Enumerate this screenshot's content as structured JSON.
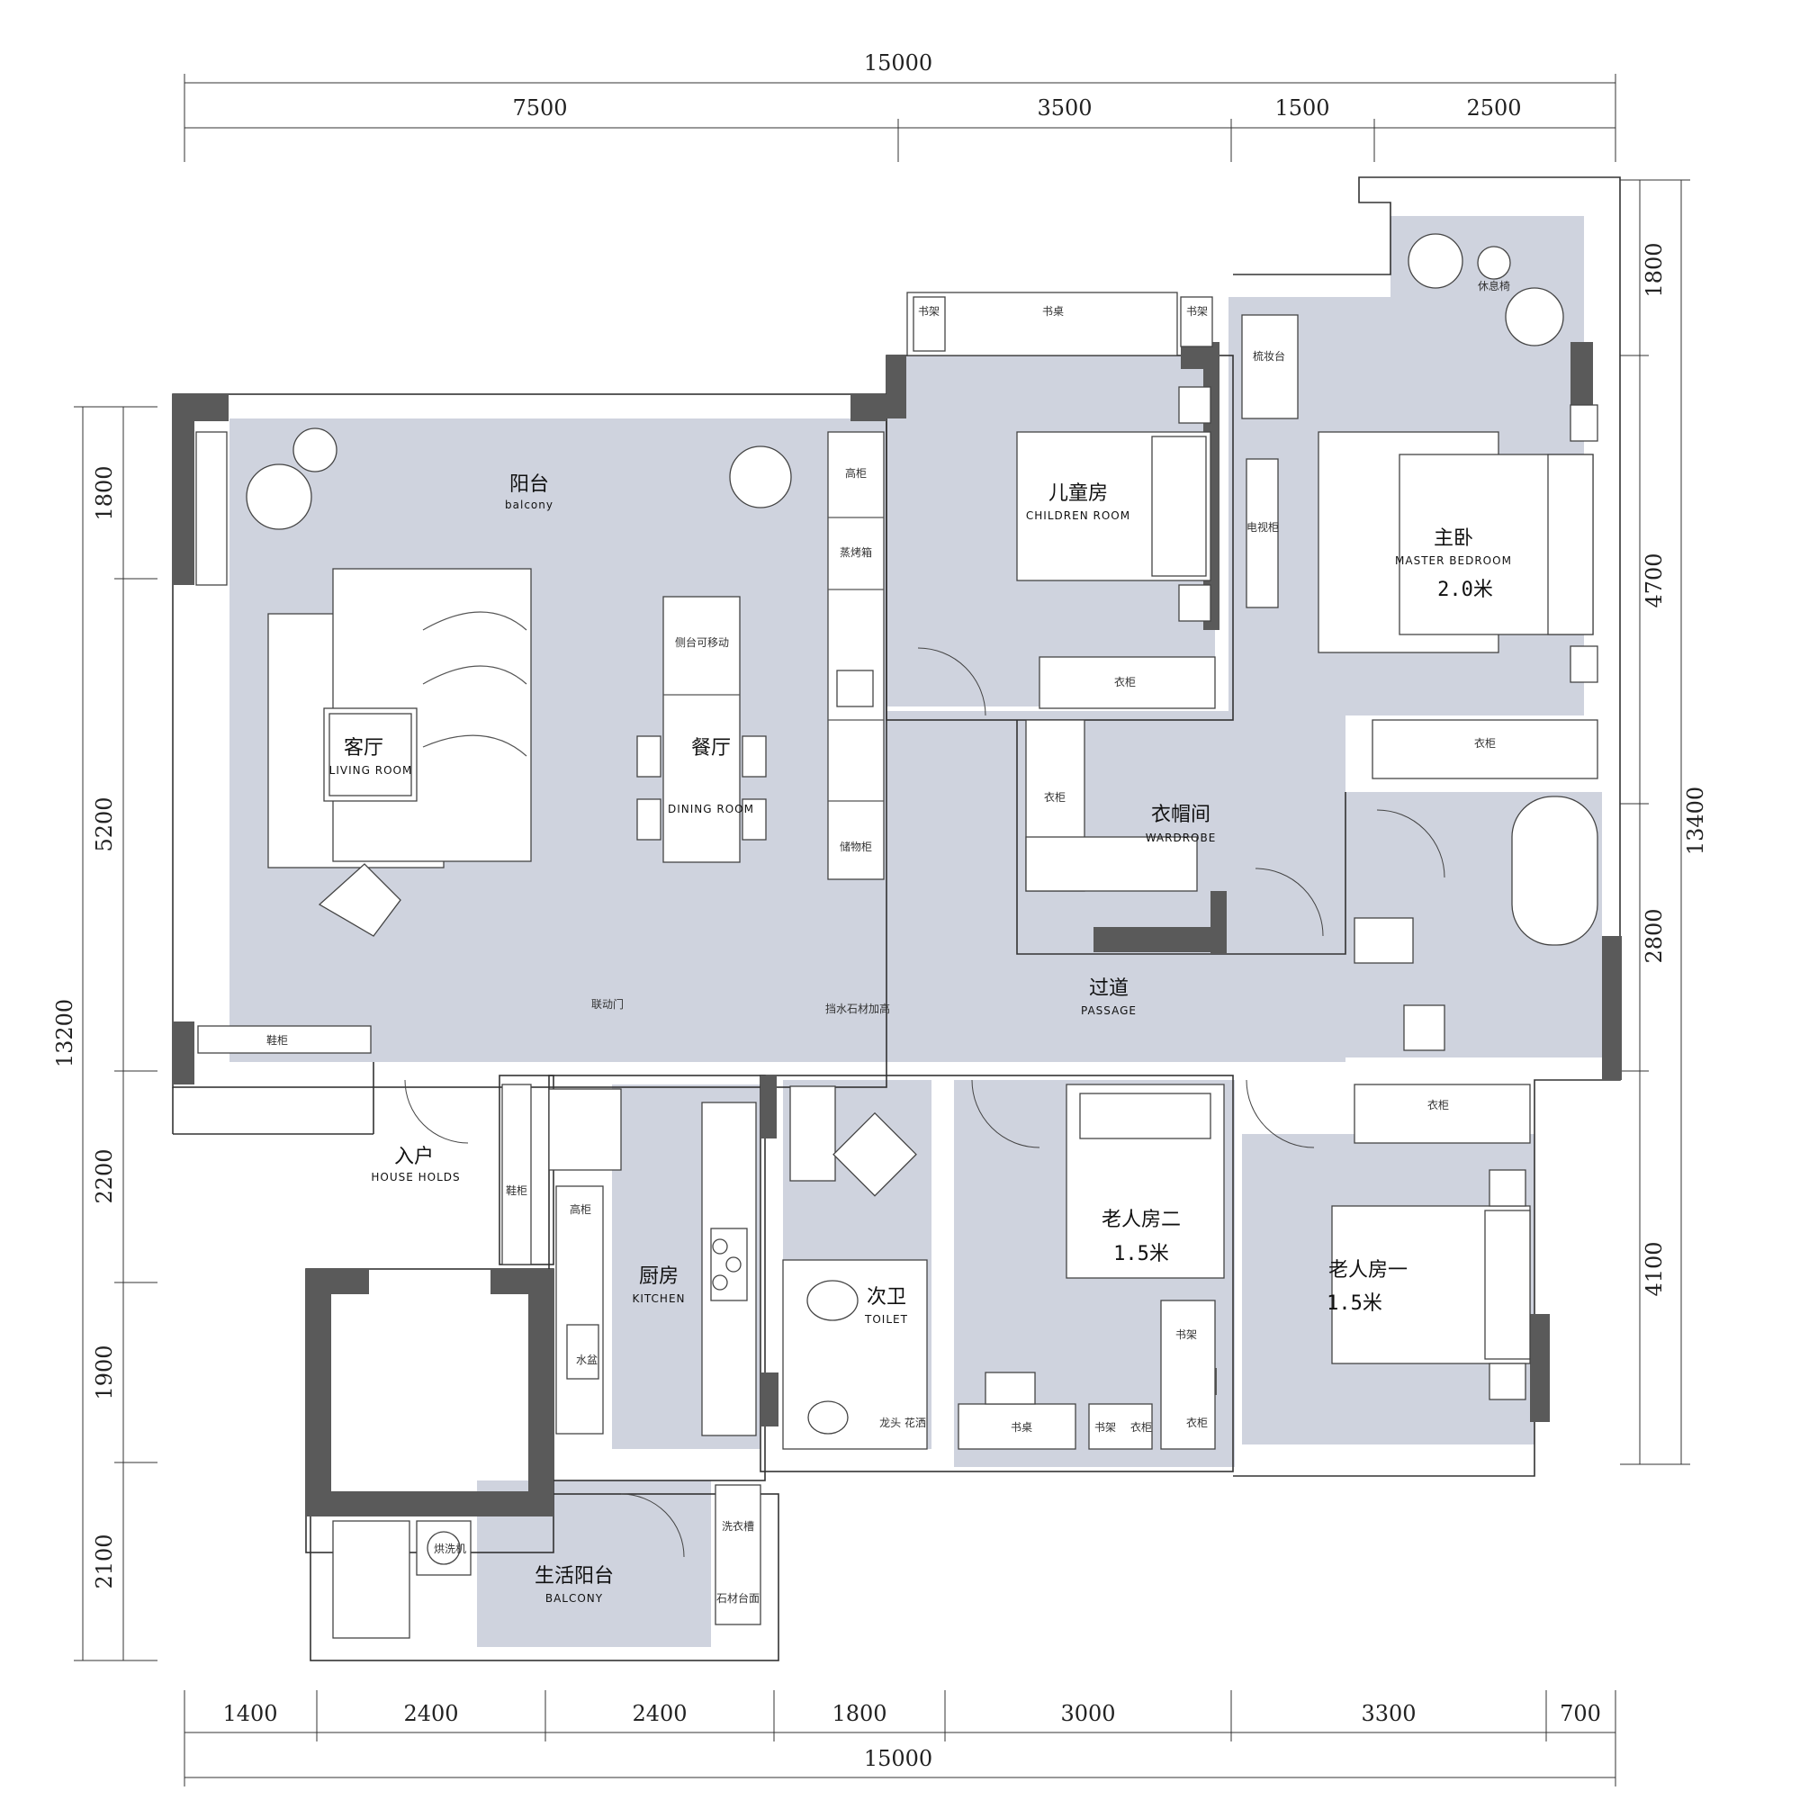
{
  "dimensions": {
    "top_total": "15000",
    "top_segments": [
      "7500",
      "3500",
      "1500",
      "2500"
    ],
    "bottom_segments": [
      "1400",
      "2400",
      "2400",
      "1800",
      "3000",
      "3300",
      "700"
    ],
    "bottom_total": "15000",
    "left_segments": [
      "1800",
      "5200",
      "2200",
      "1900",
      "2100"
    ],
    "left_total": "13200",
    "right_segments": [
      "1800",
      "4700",
      "2800",
      "4100"
    ],
    "right_total": "13400"
  },
  "rooms": {
    "balcony": {
      "cn": "阳台",
      "en": "balcony"
    },
    "living": {
      "cn": "客厅",
      "en": "LIVING ROOM"
    },
    "dining": {
      "cn": "餐厅",
      "en": "DINING ROOM"
    },
    "children": {
      "cn": "儿童房",
      "en": "CHILDREN ROOM"
    },
    "master": {
      "cn": "主卧",
      "en": "MASTER  BEDROOM",
      "size": "2.0米"
    },
    "wardrobe": {
      "cn": "衣帽间",
      "en": "WARDROBE"
    },
    "passage": {
      "cn": "过道",
      "en": "PASSAGE"
    },
    "entry": {
      "cn": "入户",
      "en": "HOUSE HOLDS"
    },
    "kitchen": {
      "cn": "厨房",
      "en": "KITCHEN"
    },
    "toilet": {
      "cn": "次卫",
      "en": "TOILET"
    },
    "elder2": {
      "cn": "老人房二",
      "size": "1.5米"
    },
    "elder1": {
      "cn": "老人房一",
      "size": "1.5米"
    },
    "service_balcony": {
      "cn": "生活阳台",
      "en": "BALCONY"
    }
  },
  "furniture_labels": {
    "bookshelf": "书架",
    "desk": "书桌",
    "vanity": "梳妆台",
    "lounge_chair": "休息椅",
    "tall_cabinet": "高柜",
    "oven": "蒸烤箱",
    "island": "侧台可移动",
    "storage": "储物柜",
    "tv_cabinet": "电视柜",
    "closet": "衣柜",
    "shoe_cabinet": "鞋柜",
    "linked_door": "联动门",
    "water_stop": "挡水石材加高",
    "sink": "水盆",
    "shower": "龙头\n花洒",
    "laundry_sink": "洗衣槽",
    "washer": "烘洗机",
    "stone_counter": "石材台面"
  },
  "colors": {
    "floor": "#cfd3de",
    "wall": "#5a5a5a",
    "line": "#333333"
  }
}
